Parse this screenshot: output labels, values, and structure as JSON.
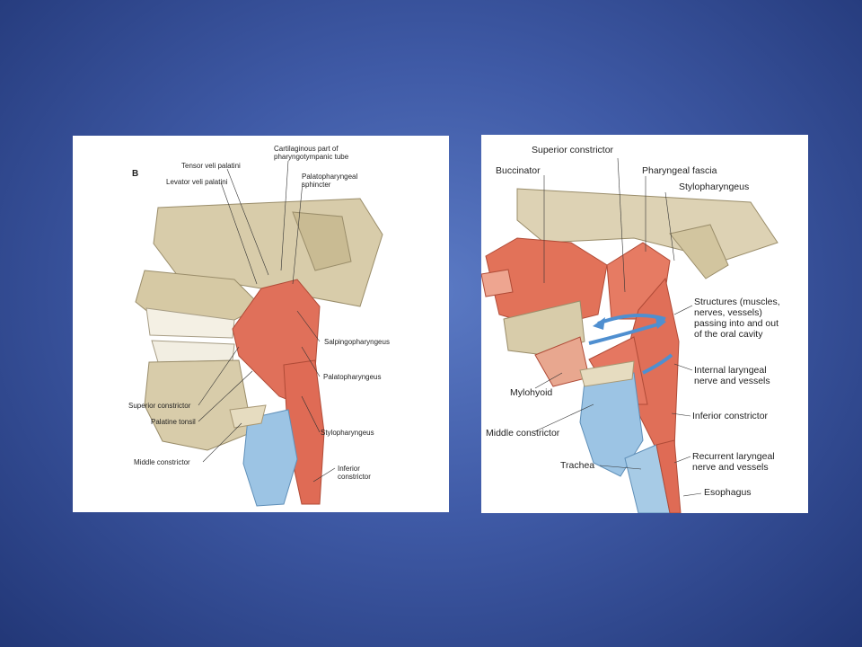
{
  "left_figure": {
    "panel_letter": "B",
    "labels": {
      "cartilaginous_tube": "Cartilaginous part of\npharyngotympanic tube",
      "tensor_veli_palatini": "Tensor veli palatini",
      "levator_veli_palatini": "Levator veli palatini",
      "palatopharyngeal_sphincter": "Palatopharyngeal\nsphincter",
      "salpingopharyngeus": "Salpingopharyngeus",
      "palatopharyngeus": "Palatopharyngeus",
      "superior_constrictor": "Superior constrictor",
      "palatine_tonsil": "Palatine tonsil",
      "stylopharyngeus": "Stylopharyngeus",
      "middle_constrictor": "Middle constrictor",
      "inferior_constrictor": "Inferior\nconstrictor"
    }
  },
  "right_figure": {
    "labels": {
      "superior_constrictor": "Superior constrictor",
      "buccinator": "Buccinator",
      "pharyngeal_fascia": "Pharyngeal fascia",
      "stylopharyngeus": "Stylopharyngeus",
      "structures": "Structures (muscles,\nnerves, vessels)\npassing into and out\nof the oral cavity",
      "internal_laryngeal": "Internal laryngeal\nnerve and vessels",
      "mylohyoid": "Mylohyoid",
      "inferior_constrictor": "Inferior constrictor",
      "middle_constrictor": "Middle constrictor",
      "recurrent_laryngeal": "Recurrent laryngeal\nnerve and vessels",
      "trachea": "Trachea",
      "esophagus": "Esophagus"
    }
  },
  "colors": {
    "background": "#3f5aa6",
    "muscle": "#e0705a",
    "bone": "#d8ccaa",
    "cartilage": "#9cc4e4"
  }
}
